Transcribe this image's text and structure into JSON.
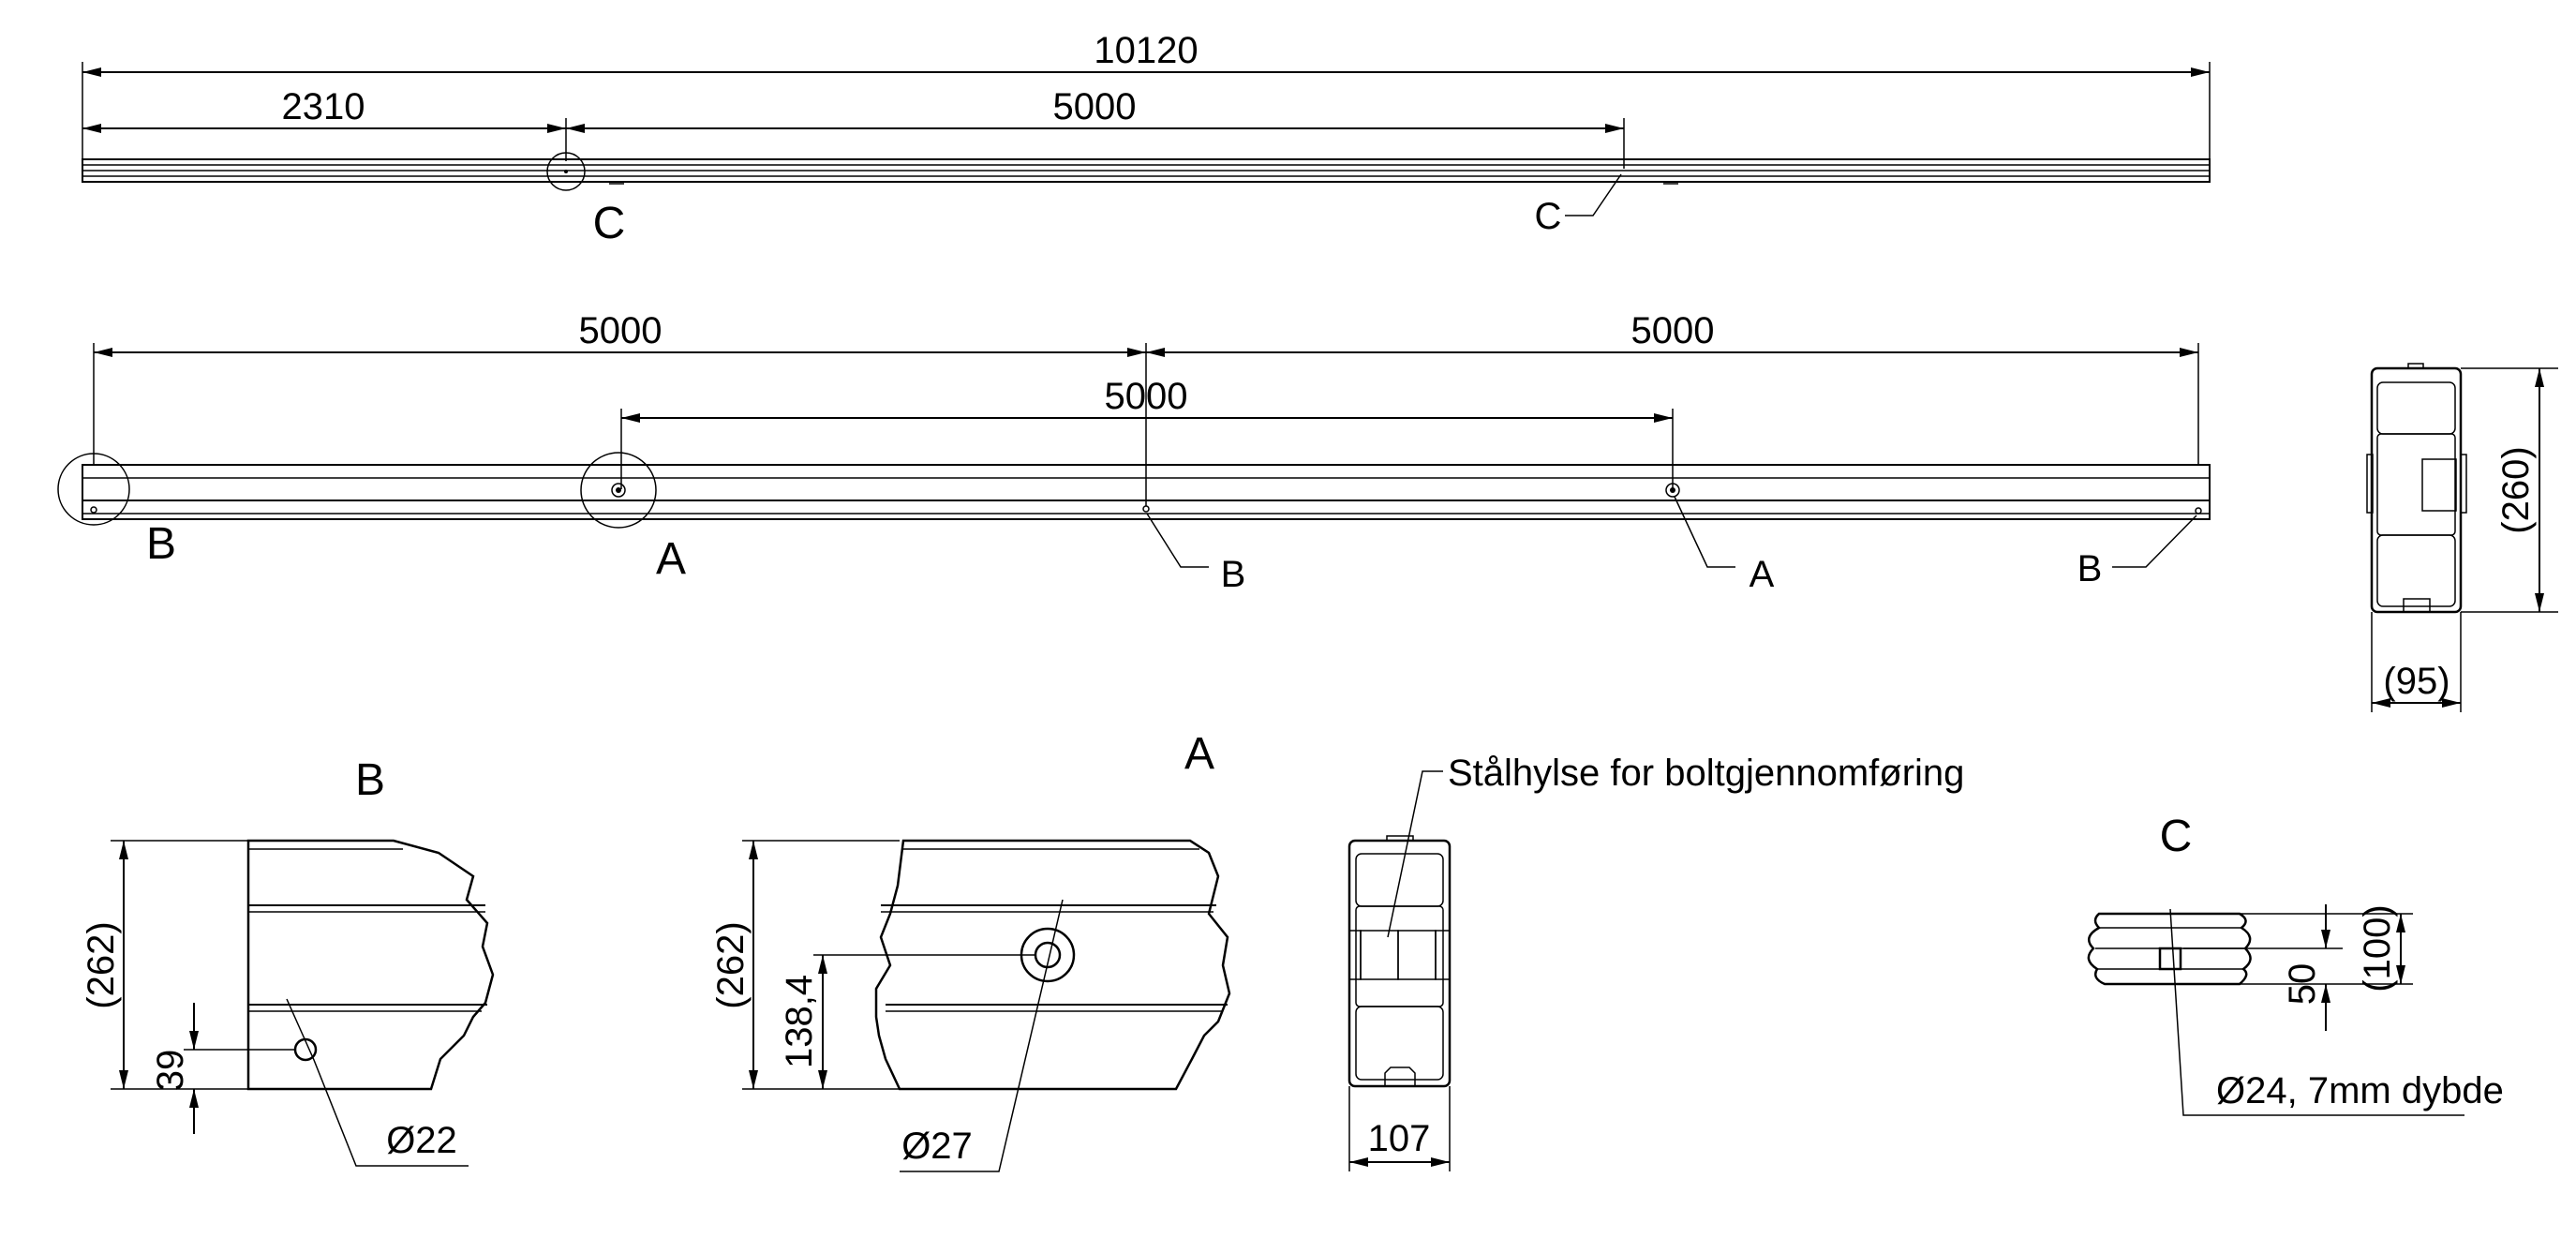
{
  "top_view": {
    "dim_total": "10120",
    "dim_left": "2310",
    "dim_mid": "5000",
    "detail_marker": "C",
    "callout": "C"
  },
  "side_view": {
    "dim_left": "5000",
    "dim_right": "5000",
    "dim_inner": "5000",
    "marker_b": "B",
    "marker_a": "A",
    "callout_b1": "B",
    "callout_a": "A",
    "callout_b2": "B"
  },
  "section_view": {
    "height": "(260)",
    "width": "(95)"
  },
  "detail_b": {
    "title": "B",
    "height": "(262)",
    "hole_height": "39",
    "hole_dia": "Ø22"
  },
  "detail_a": {
    "title": "A",
    "height": "(262)",
    "hole_height": "138,4",
    "hole_dia": "Ø27"
  },
  "detail_sleeve": {
    "note": "Stålhylse for boltgjennomføring",
    "width": "107"
  },
  "detail_c": {
    "title": "C",
    "dim_inner": "50",
    "dim_outer": "(100)",
    "hole_note": "Ø24, 7mm dybde"
  }
}
